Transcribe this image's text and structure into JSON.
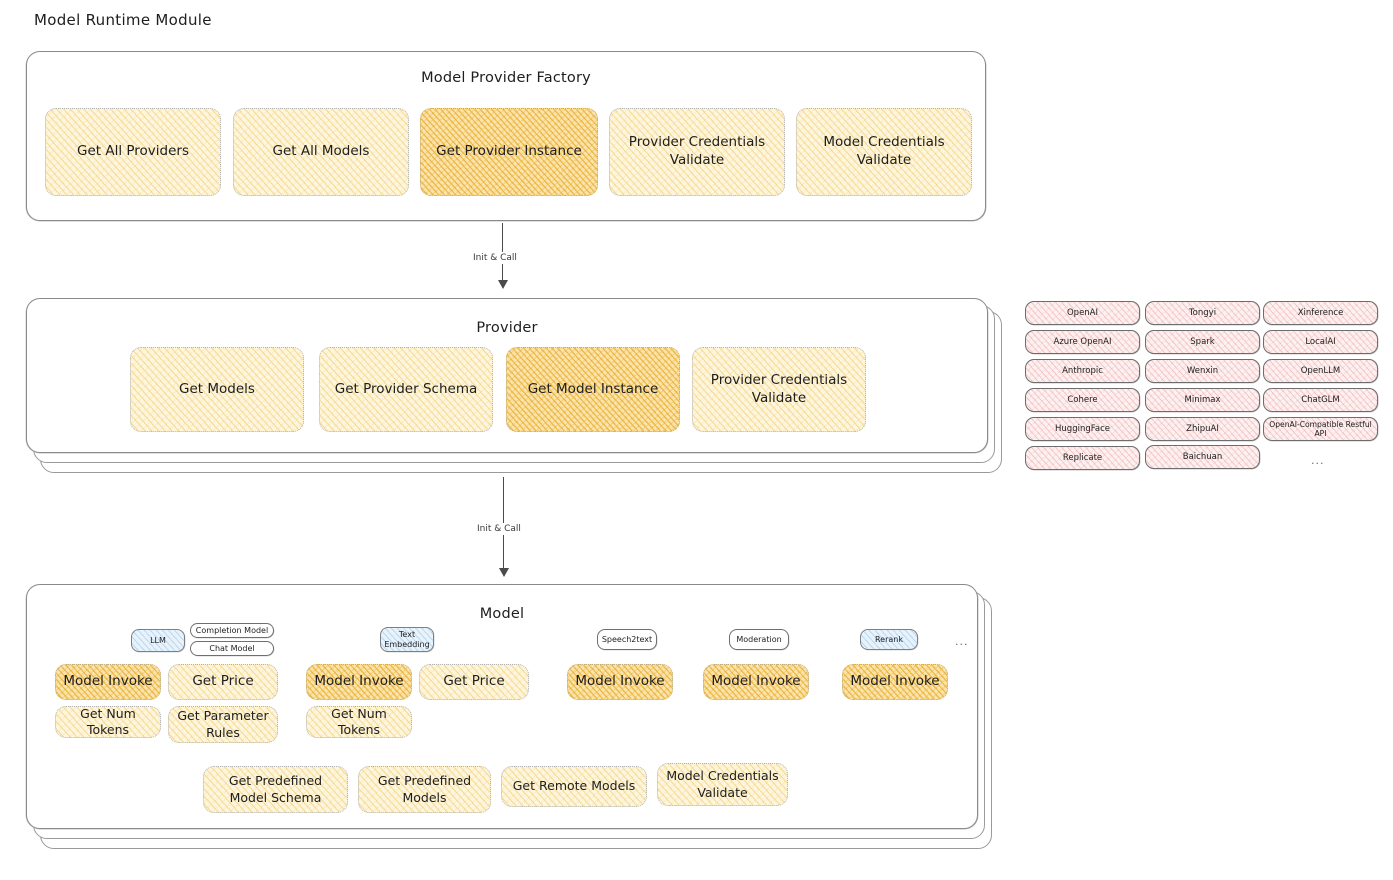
{
  "page": {
    "title": "Model Runtime Module"
  },
  "arrows": [
    {
      "label": "Init & Call"
    },
    {
      "label": "Init & Call"
    }
  ],
  "factory": {
    "title": "Model Provider Factory",
    "nodes": [
      {
        "label": "Get All Providers",
        "highlight": false
      },
      {
        "label": "Get All Models",
        "highlight": false
      },
      {
        "label": "Get Provider Instance",
        "highlight": true
      },
      {
        "label": "Provider Credentials Validate",
        "highlight": false
      },
      {
        "label": "Model Credentials Validate",
        "highlight": false
      }
    ]
  },
  "provider": {
    "title": "Provider",
    "nodes": [
      {
        "label": "Get Models",
        "highlight": false
      },
      {
        "label": "Get Provider Schema",
        "highlight": false
      },
      {
        "label": "Get Model Instance",
        "highlight": true
      },
      {
        "label": "Provider Credentials Validate",
        "highlight": false
      }
    ]
  },
  "provider_list": {
    "ellipsis": "...",
    "columns": [
      [
        "OpenAI",
        "Azure OpenAI",
        "Anthropic",
        "Cohere",
        "HuggingFace",
        "Replicate"
      ],
      [
        "Tongyi",
        "Spark",
        "Wenxin",
        "Minimax",
        "ZhipuAI",
        "Baichuan"
      ],
      [
        "Xinference",
        "LocalAI",
        "OpenLLM",
        "ChatGLM",
        "OpenAI-Compatible Restful API"
      ]
    ]
  },
  "model": {
    "title": "Model",
    "ellipsis": "...",
    "types": [
      {
        "badge": "LLM",
        "badge_blue": true,
        "sub_badges": [
          "Completion Model",
          "Chat Model"
        ],
        "methods": [
          {
            "label": "Model Invoke",
            "highlight": true
          },
          {
            "label": "Get Price",
            "highlight": false
          },
          {
            "label": "Get Num Tokens",
            "highlight": false
          },
          {
            "label": "Get Parameter Rules",
            "highlight": false
          }
        ]
      },
      {
        "badge": "Text Embedding",
        "badge_blue": true,
        "sub_badges": [],
        "methods": [
          {
            "label": "Model Invoke",
            "highlight": true
          },
          {
            "label": "Get Price",
            "highlight": false
          },
          {
            "label": "Get Num Tokens",
            "highlight": false
          }
        ]
      },
      {
        "badge": "Speech2text",
        "badge_blue": false,
        "sub_badges": [],
        "methods": [
          {
            "label": "Model Invoke",
            "highlight": true
          }
        ]
      },
      {
        "badge": "Moderation",
        "badge_blue": false,
        "sub_badges": [],
        "methods": [
          {
            "label": "Model Invoke",
            "highlight": true
          }
        ]
      },
      {
        "badge": "Rerank",
        "badge_blue": true,
        "sub_badges": [],
        "methods": [
          {
            "label": "Model Invoke",
            "highlight": true
          }
        ]
      }
    ],
    "common_methods": [
      {
        "label": "Get Predefined Model Schema"
      },
      {
        "label": "Get Predefined Models"
      },
      {
        "label": "Get Remote Models"
      },
      {
        "label": "Model Credentials Validate"
      }
    ]
  },
  "colors": {
    "node_fill": "#fdf5dd",
    "node_highlight_fill": "#fbe3ad",
    "chip_fill": "#fdf0f0",
    "badge_blue_fill": "#e7f2fb",
    "stroke": "#1e1e1e"
  }
}
